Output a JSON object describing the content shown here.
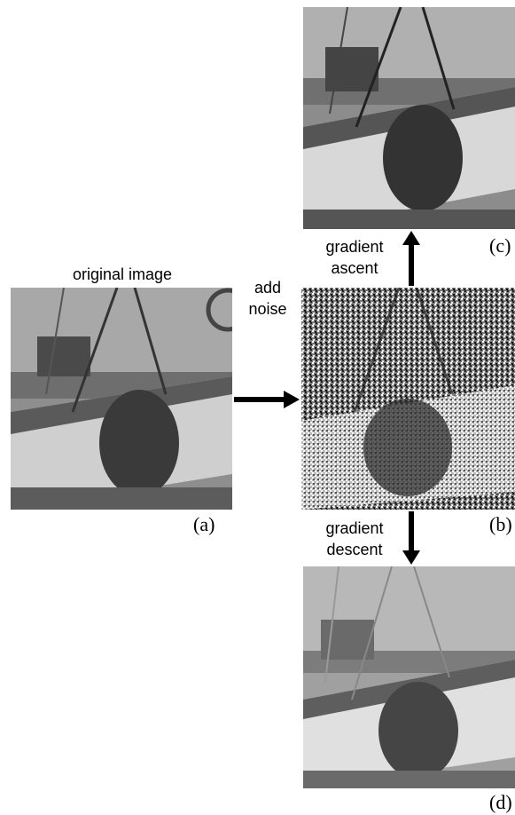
{
  "labels": {
    "original": "original image",
    "add_noise_line1": "add",
    "add_noise_line2": "noise",
    "ascent_line1": "gradient",
    "ascent_line2": "ascent",
    "descent_line1": "gradient",
    "descent_line2": "descent"
  },
  "captions": {
    "a": "(a)",
    "b": "(b)",
    "c": "(c)",
    "d": "(d)"
  }
}
